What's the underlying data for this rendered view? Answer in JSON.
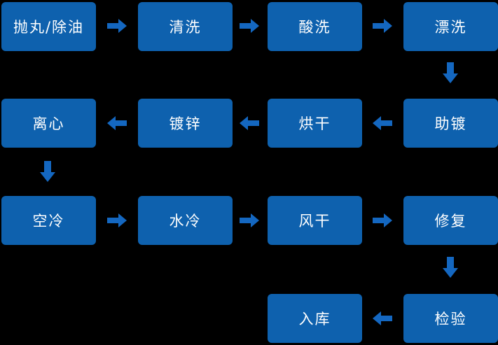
{
  "colors": {
    "background": "#000000",
    "node_fill": "#0E61AE",
    "arrow_fill": "#1467C0",
    "node_text": "#FFFFFF"
  },
  "flow": {
    "nodes": [
      {
        "label": "抛丸/除油",
        "row": 1,
        "col": 1
      },
      {
        "label": "清洗",
        "row": 1,
        "col": 2
      },
      {
        "label": "酸洗",
        "row": 1,
        "col": 3
      },
      {
        "label": "漂洗",
        "row": 1,
        "col": 4
      },
      {
        "label": "助镀",
        "row": 2,
        "col": 4
      },
      {
        "label": "烘干",
        "row": 2,
        "col": 3
      },
      {
        "label": "镀锌",
        "row": 2,
        "col": 2
      },
      {
        "label": "离心",
        "row": 2,
        "col": 1
      },
      {
        "label": "空冷",
        "row": 3,
        "col": 1
      },
      {
        "label": "水冷",
        "row": 3,
        "col": 2
      },
      {
        "label": "风干",
        "row": 3,
        "col": 3
      },
      {
        "label": "修复",
        "row": 3,
        "col": 4
      },
      {
        "label": "检验",
        "row": 4,
        "col": 4
      },
      {
        "label": "入库",
        "row": 4,
        "col": 3
      }
    ],
    "arrows": [
      {
        "from": "抛丸/除油",
        "to": "清洗",
        "direction": "right"
      },
      {
        "from": "清洗",
        "to": "酸洗",
        "direction": "right"
      },
      {
        "from": "酸洗",
        "to": "漂洗",
        "direction": "right"
      },
      {
        "from": "漂洗",
        "to": "助镀",
        "direction": "down"
      },
      {
        "from": "助镀",
        "to": "烘干",
        "direction": "left"
      },
      {
        "from": "烘干",
        "to": "镀锌",
        "direction": "left"
      },
      {
        "from": "镀锌",
        "to": "离心",
        "direction": "left"
      },
      {
        "from": "离心",
        "to": "空冷",
        "direction": "down"
      },
      {
        "from": "空冷",
        "to": "水冷",
        "direction": "right"
      },
      {
        "from": "水冷",
        "to": "风干",
        "direction": "right"
      },
      {
        "from": "风干",
        "to": "修复",
        "direction": "right"
      },
      {
        "from": "修复",
        "to": "检验",
        "direction": "down"
      },
      {
        "from": "检验",
        "to": "入库",
        "direction": "left"
      }
    ]
  }
}
